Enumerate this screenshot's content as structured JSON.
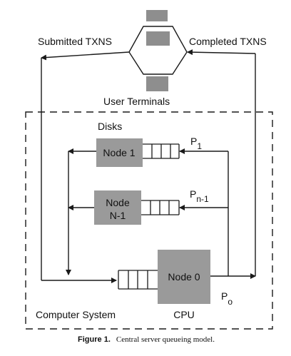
{
  "labels": {
    "submitted": "Submitted TXNS",
    "completed": "Completed TXNS",
    "user_terminals": "User Terminals",
    "disks": "Disks",
    "node1": "Node 1",
    "node_n1_line1": "Node",
    "node_n1_line2": "N-1",
    "node0": "Node 0",
    "cpu": "CPU",
    "computer_system": "Computer System",
    "p1_base": "P",
    "p1_sub": "1",
    "pn1_base": "P",
    "pn1_sub": "n-1",
    "p0_base": "P",
    "p0_sub": "o"
  },
  "caption": {
    "figure_label": "Figure 1.",
    "text": "Central server queueing model."
  },
  "colors": {
    "node_fill": "#9a9a9a",
    "terminal_fill": "#8e8e8e",
    "line": "#1a1a1a"
  }
}
